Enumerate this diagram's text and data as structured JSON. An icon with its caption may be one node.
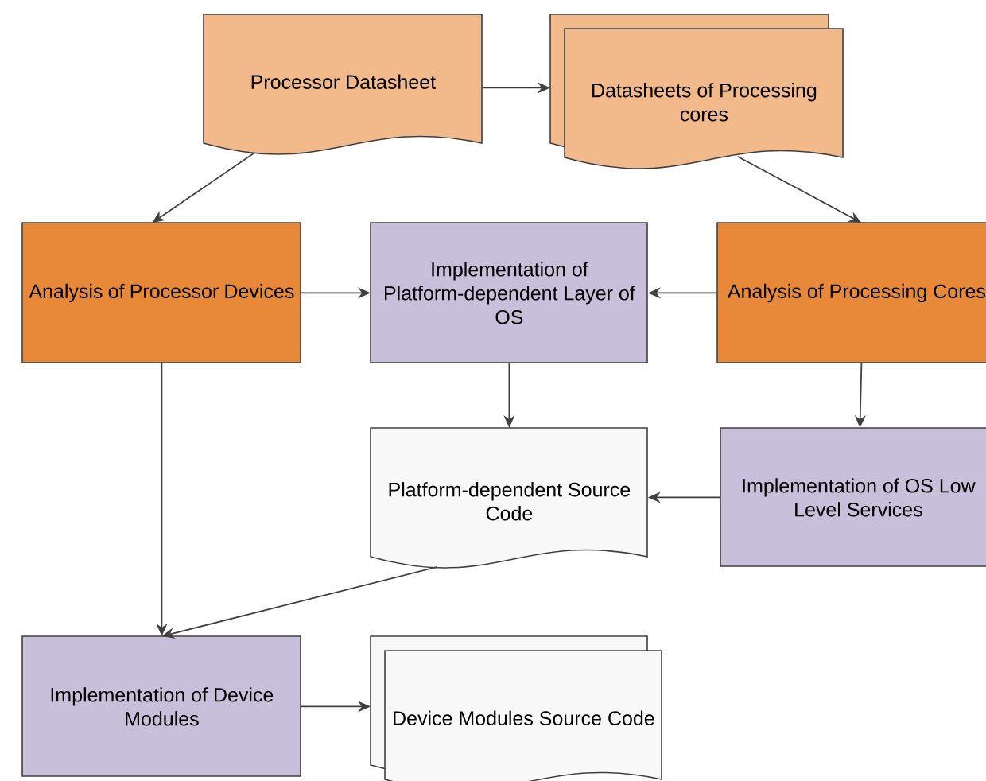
{
  "diagram": {
    "nodes": [
      {
        "text": [
          "Processor Datasheet"
        ]
      },
      {
        "text": [
          "Datasheets of Processing cores"
        ]
      },
      {
        "text": [
          "Analysis of Processor Devices"
        ]
      },
      {
        "text": [
          "Implementation of Platform-dependent Layer of OS"
        ]
      },
      {
        "text": [
          "Analysis of Processing Cores"
        ]
      },
      {
        "text": [
          "Platform-dependent Source Code"
        ]
      },
      {
        "text": [
          "Implementation of OS Low Level Services"
        ]
      },
      {
        "text": [
          "Implementation of Device Modules"
        ]
      },
      {
        "text": [
          "Device Modules Source Code"
        ]
      }
    ],
    "edges": [
      {
        "from": 0,
        "to": 1,
        "arrow": "to"
      },
      {
        "from": 0,
        "to": 2,
        "arrow": "to"
      },
      {
        "from": 1,
        "to": 4,
        "arrow": "to"
      },
      {
        "from": 2,
        "to": 3,
        "arrow": "to"
      },
      {
        "from": 4,
        "to": 3,
        "arrow": "to"
      },
      {
        "from": 3,
        "to": 5,
        "arrow": "to"
      },
      {
        "from": 4,
        "to": 6,
        "arrow": "to"
      },
      {
        "from": 6,
        "to": 5,
        "arrow": "to"
      },
      {
        "from": 2,
        "to": 7,
        "arrow": "to"
      },
      {
        "from": 5,
        "to": 7,
        "arrow": "to"
      },
      {
        "from": 7,
        "to": 8,
        "arrow": "to"
      }
    ]
  }
}
